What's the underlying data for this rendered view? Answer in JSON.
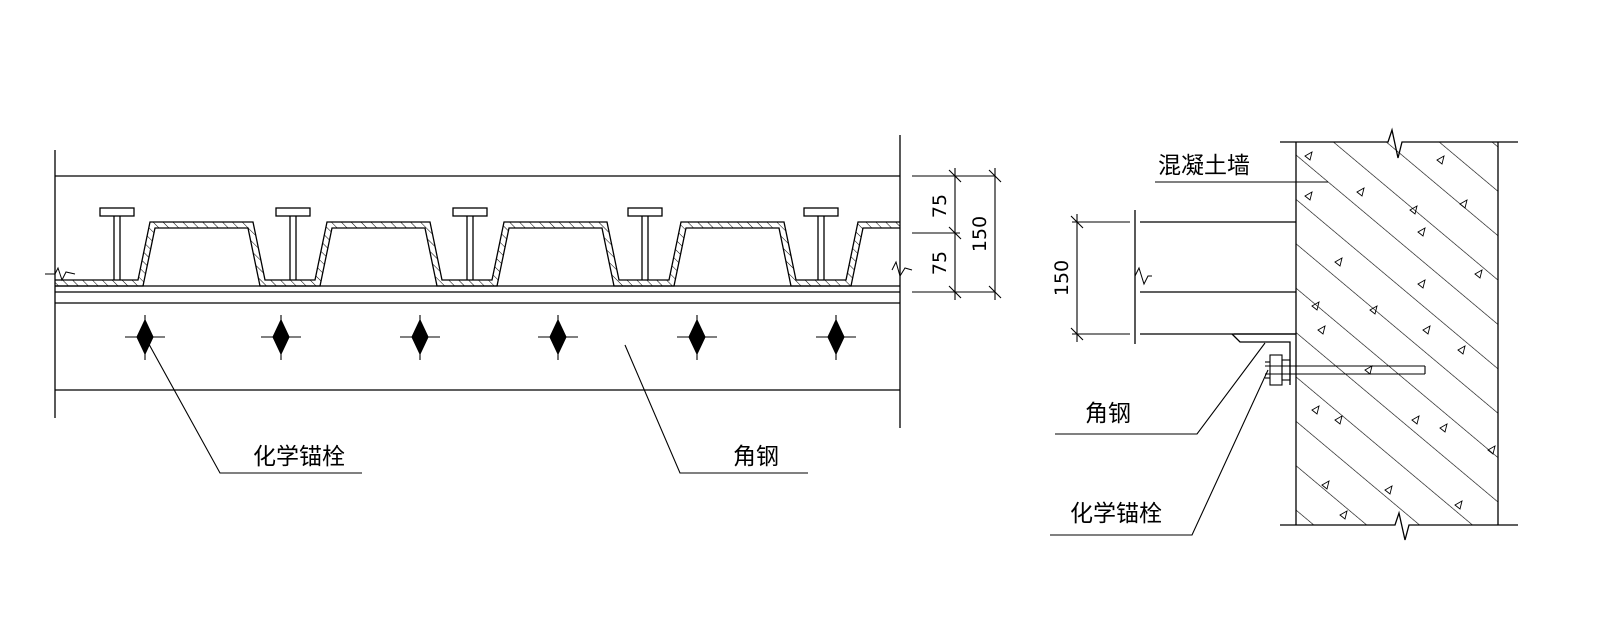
{
  "left_view": {
    "dimensions": {
      "upper": "75",
      "lower": "75",
      "total": "150"
    },
    "labels": {
      "anchor": "化学锚栓",
      "angle_steel": "角钢"
    }
  },
  "right_view": {
    "dimensions": {
      "height": "150"
    },
    "labels": {
      "wall": "混凝土墙",
      "angle_steel": "角钢",
      "anchor": "化学锚栓"
    }
  }
}
